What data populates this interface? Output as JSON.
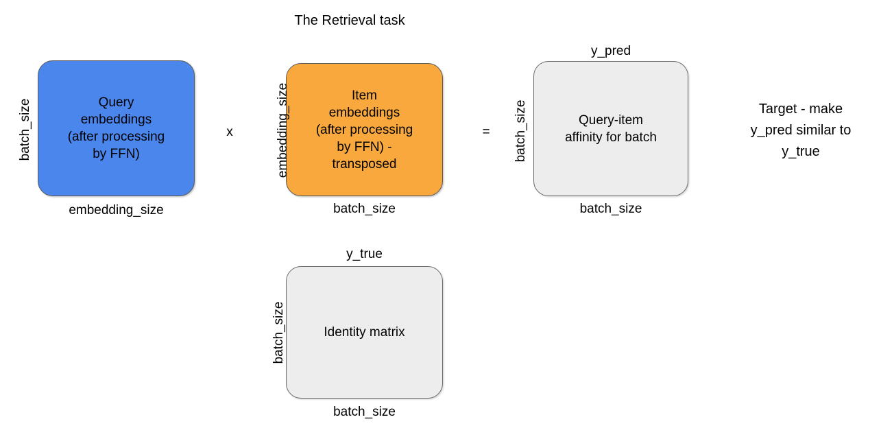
{
  "title": "The Retrieval task",
  "colors": {
    "query_box": "#4a86ec",
    "item_box": "#f9a83e",
    "affinity_box": "#ededed",
    "identity_box": "#ededed",
    "border": "#595959",
    "text": "#000000",
    "background": "#ffffff"
  },
  "boxes": {
    "query": {
      "text": "Query\nembeddings\n(after processing\nby FFN)",
      "lines": [
        "Query",
        "embeddings",
        "(after processing",
        "by FFN)"
      ],
      "left_label": "batch_size",
      "bottom_label": "embedding_size",
      "top_label": ""
    },
    "item": {
      "text": "Item\nembeddings\n(after processing\nby FFN) -\ntransposed",
      "lines": [
        "Item",
        "embeddings",
        "(after processing",
        "by FFN) -",
        "transposed"
      ],
      "left_label": "embedding_size",
      "bottom_label": "batch_size",
      "top_label": ""
    },
    "affinity": {
      "text": "Query-item\naffinity for batch",
      "lines": [
        "Query-item",
        "affinity for batch"
      ],
      "left_label": "batch_size",
      "bottom_label": "batch_size",
      "top_label": "y_pred"
    },
    "identity": {
      "text": "Identity matrix",
      "lines": [
        "Identity matrix"
      ],
      "left_label": "batch_size",
      "bottom_label": "batch_size",
      "top_label": "y_true"
    }
  },
  "operators": {
    "multiply": "x",
    "equals": "="
  },
  "target_note": {
    "lines": [
      "Target - make",
      "y_pred similar to",
      "y_true"
    ]
  },
  "chart_data": {
    "type": "diagram",
    "title": "The Retrieval task",
    "nodes": [
      {
        "id": "query",
        "label": "Query embeddings (after processing by FFN)",
        "color": "#4a86ec",
        "rows": "batch_size",
        "cols": "embedding_size"
      },
      {
        "id": "item",
        "label": "Item embeddings (after processing by FFN) - transposed",
        "color": "#f9a83e",
        "rows": "embedding_size",
        "cols": "batch_size"
      },
      {
        "id": "affinity",
        "label": "Query-item affinity for batch",
        "color": "#ededed",
        "rows": "batch_size",
        "cols": "batch_size",
        "alias": "y_pred"
      },
      {
        "id": "identity",
        "label": "Identity matrix",
        "color": "#ededed",
        "rows": "batch_size",
        "cols": "batch_size",
        "alias": "y_true"
      }
    ],
    "equation": "Query embeddings x Item embeddings(transposed) = Query-item affinity (y_pred)",
    "annotation": "Target - make y_pred similar to y_true"
  }
}
